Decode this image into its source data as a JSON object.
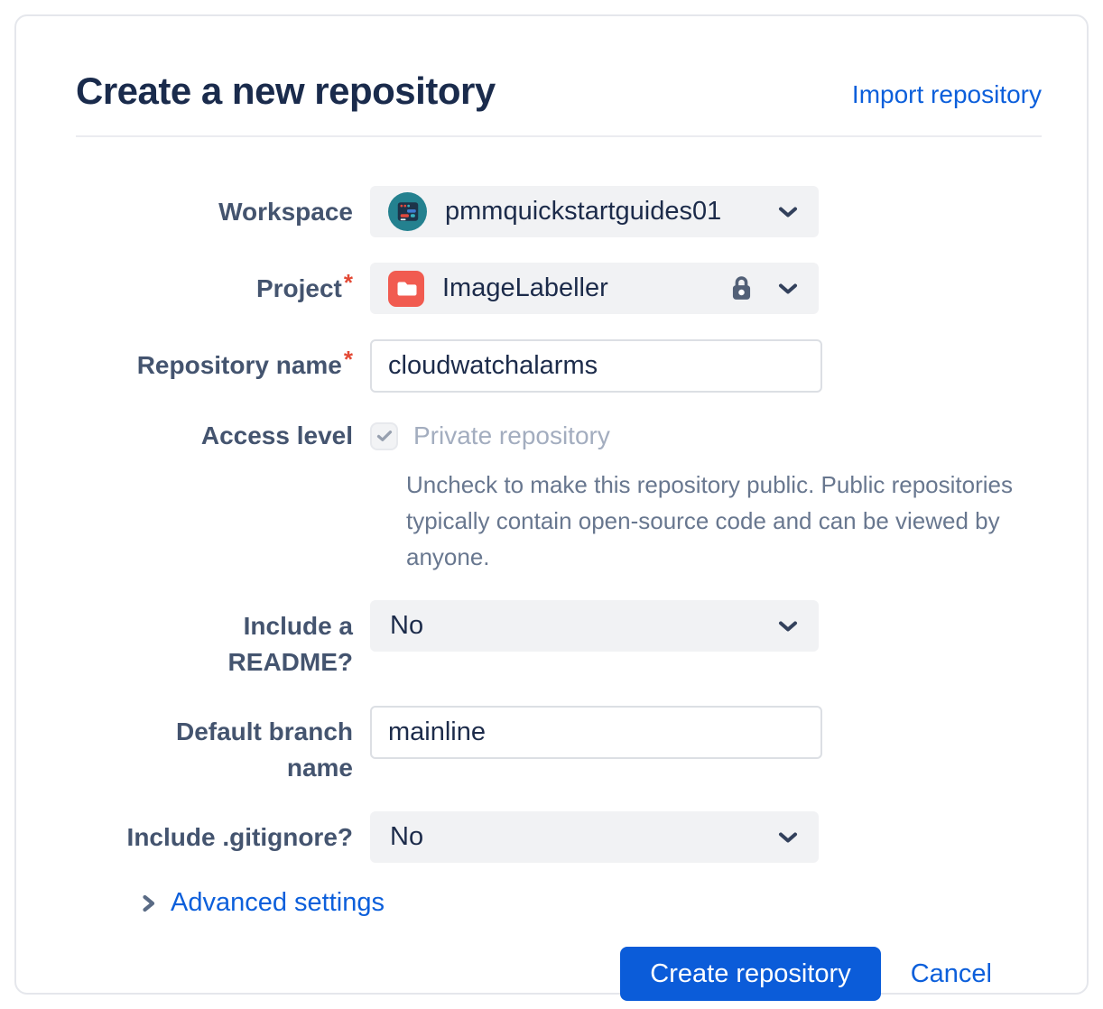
{
  "header": {
    "title": "Create a new repository",
    "import_link": "Import repository"
  },
  "form": {
    "workspace": {
      "label": "Workspace",
      "value": "pmmquickstartguides01"
    },
    "project": {
      "label": "Project",
      "required": "*",
      "value": "ImageLabeller",
      "locked": true
    },
    "repository_name": {
      "label": "Repository name",
      "required": "*",
      "value": "cloudwatchalarms"
    },
    "access_level": {
      "label": "Access level",
      "checkbox_label": "Private repository",
      "checked": true,
      "disabled": true,
      "help_text": "Uncheck to make this repository public. Public repositories\ntypically contain open-source code and can be viewed by\nanyone."
    },
    "include_readme": {
      "label": "Include a README?",
      "value": "No"
    },
    "default_branch": {
      "label": "Default branch name",
      "value": "mainline"
    },
    "include_gitignore": {
      "label": "Include .gitignore?",
      "value": "No"
    }
  },
  "advanced_settings": {
    "label": "Advanced settings"
  },
  "actions": {
    "create_label": "Create repository",
    "cancel_label": "Cancel"
  },
  "icons": {
    "workspace_avatar": "workspace-avatar",
    "project_icon": "project-folder",
    "lock": "lock",
    "chevron_down": "chevron-down",
    "chevron_right": "chevron-right",
    "check": "check"
  },
  "colors": {
    "accent_blue": "#0B5CD9",
    "link_blue": "#0C5FDB",
    "title_text": "#1A2B4C",
    "label_text": "#44546F",
    "helper_text": "#68778F",
    "disabled_text": "#A3ADBF",
    "required_red": "#E34935",
    "field_bg": "#F1F2F4",
    "input_border": "#DCDFE4",
    "project_icon_red": "#F15B50",
    "workspace_avatar_teal": "#24818F",
    "lock_icon": "#526077",
    "chevron": "#33415C"
  }
}
